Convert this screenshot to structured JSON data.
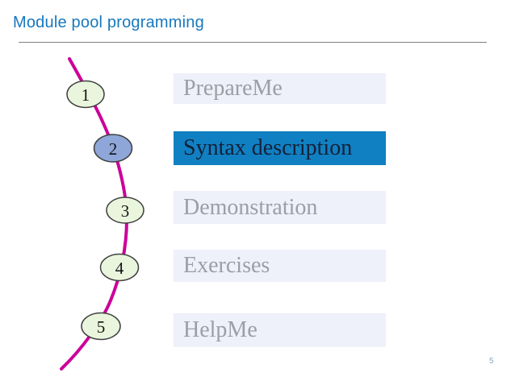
{
  "slide": {
    "title": "Module pool programming",
    "page_number": "5",
    "colors": {
      "title_blue": "#1878be",
      "divider_gray": "#808080",
      "item_bg": "#eef0fa",
      "item_text_gray": "#9d9da6",
      "highlight_bg": "#1080c2",
      "highlight_text": "#142038",
      "curve_magenta": "#cc0099",
      "node_fill_default": "#e9f6dd",
      "node_fill_active": "#8fa6d8",
      "node_border": "#404040",
      "page_number_color": "#8ba7bf"
    },
    "steps": [
      {
        "number": "1",
        "label": "PrepareMe",
        "active": false
      },
      {
        "number": "2",
        "label": "Syntax description",
        "active": true
      },
      {
        "number": "3",
        "label": "Demonstration",
        "active": false
      },
      {
        "number": "4",
        "label": "Exercises",
        "active": false
      },
      {
        "number": "5",
        "label": "HelpMe",
        "active": false
      }
    ]
  }
}
